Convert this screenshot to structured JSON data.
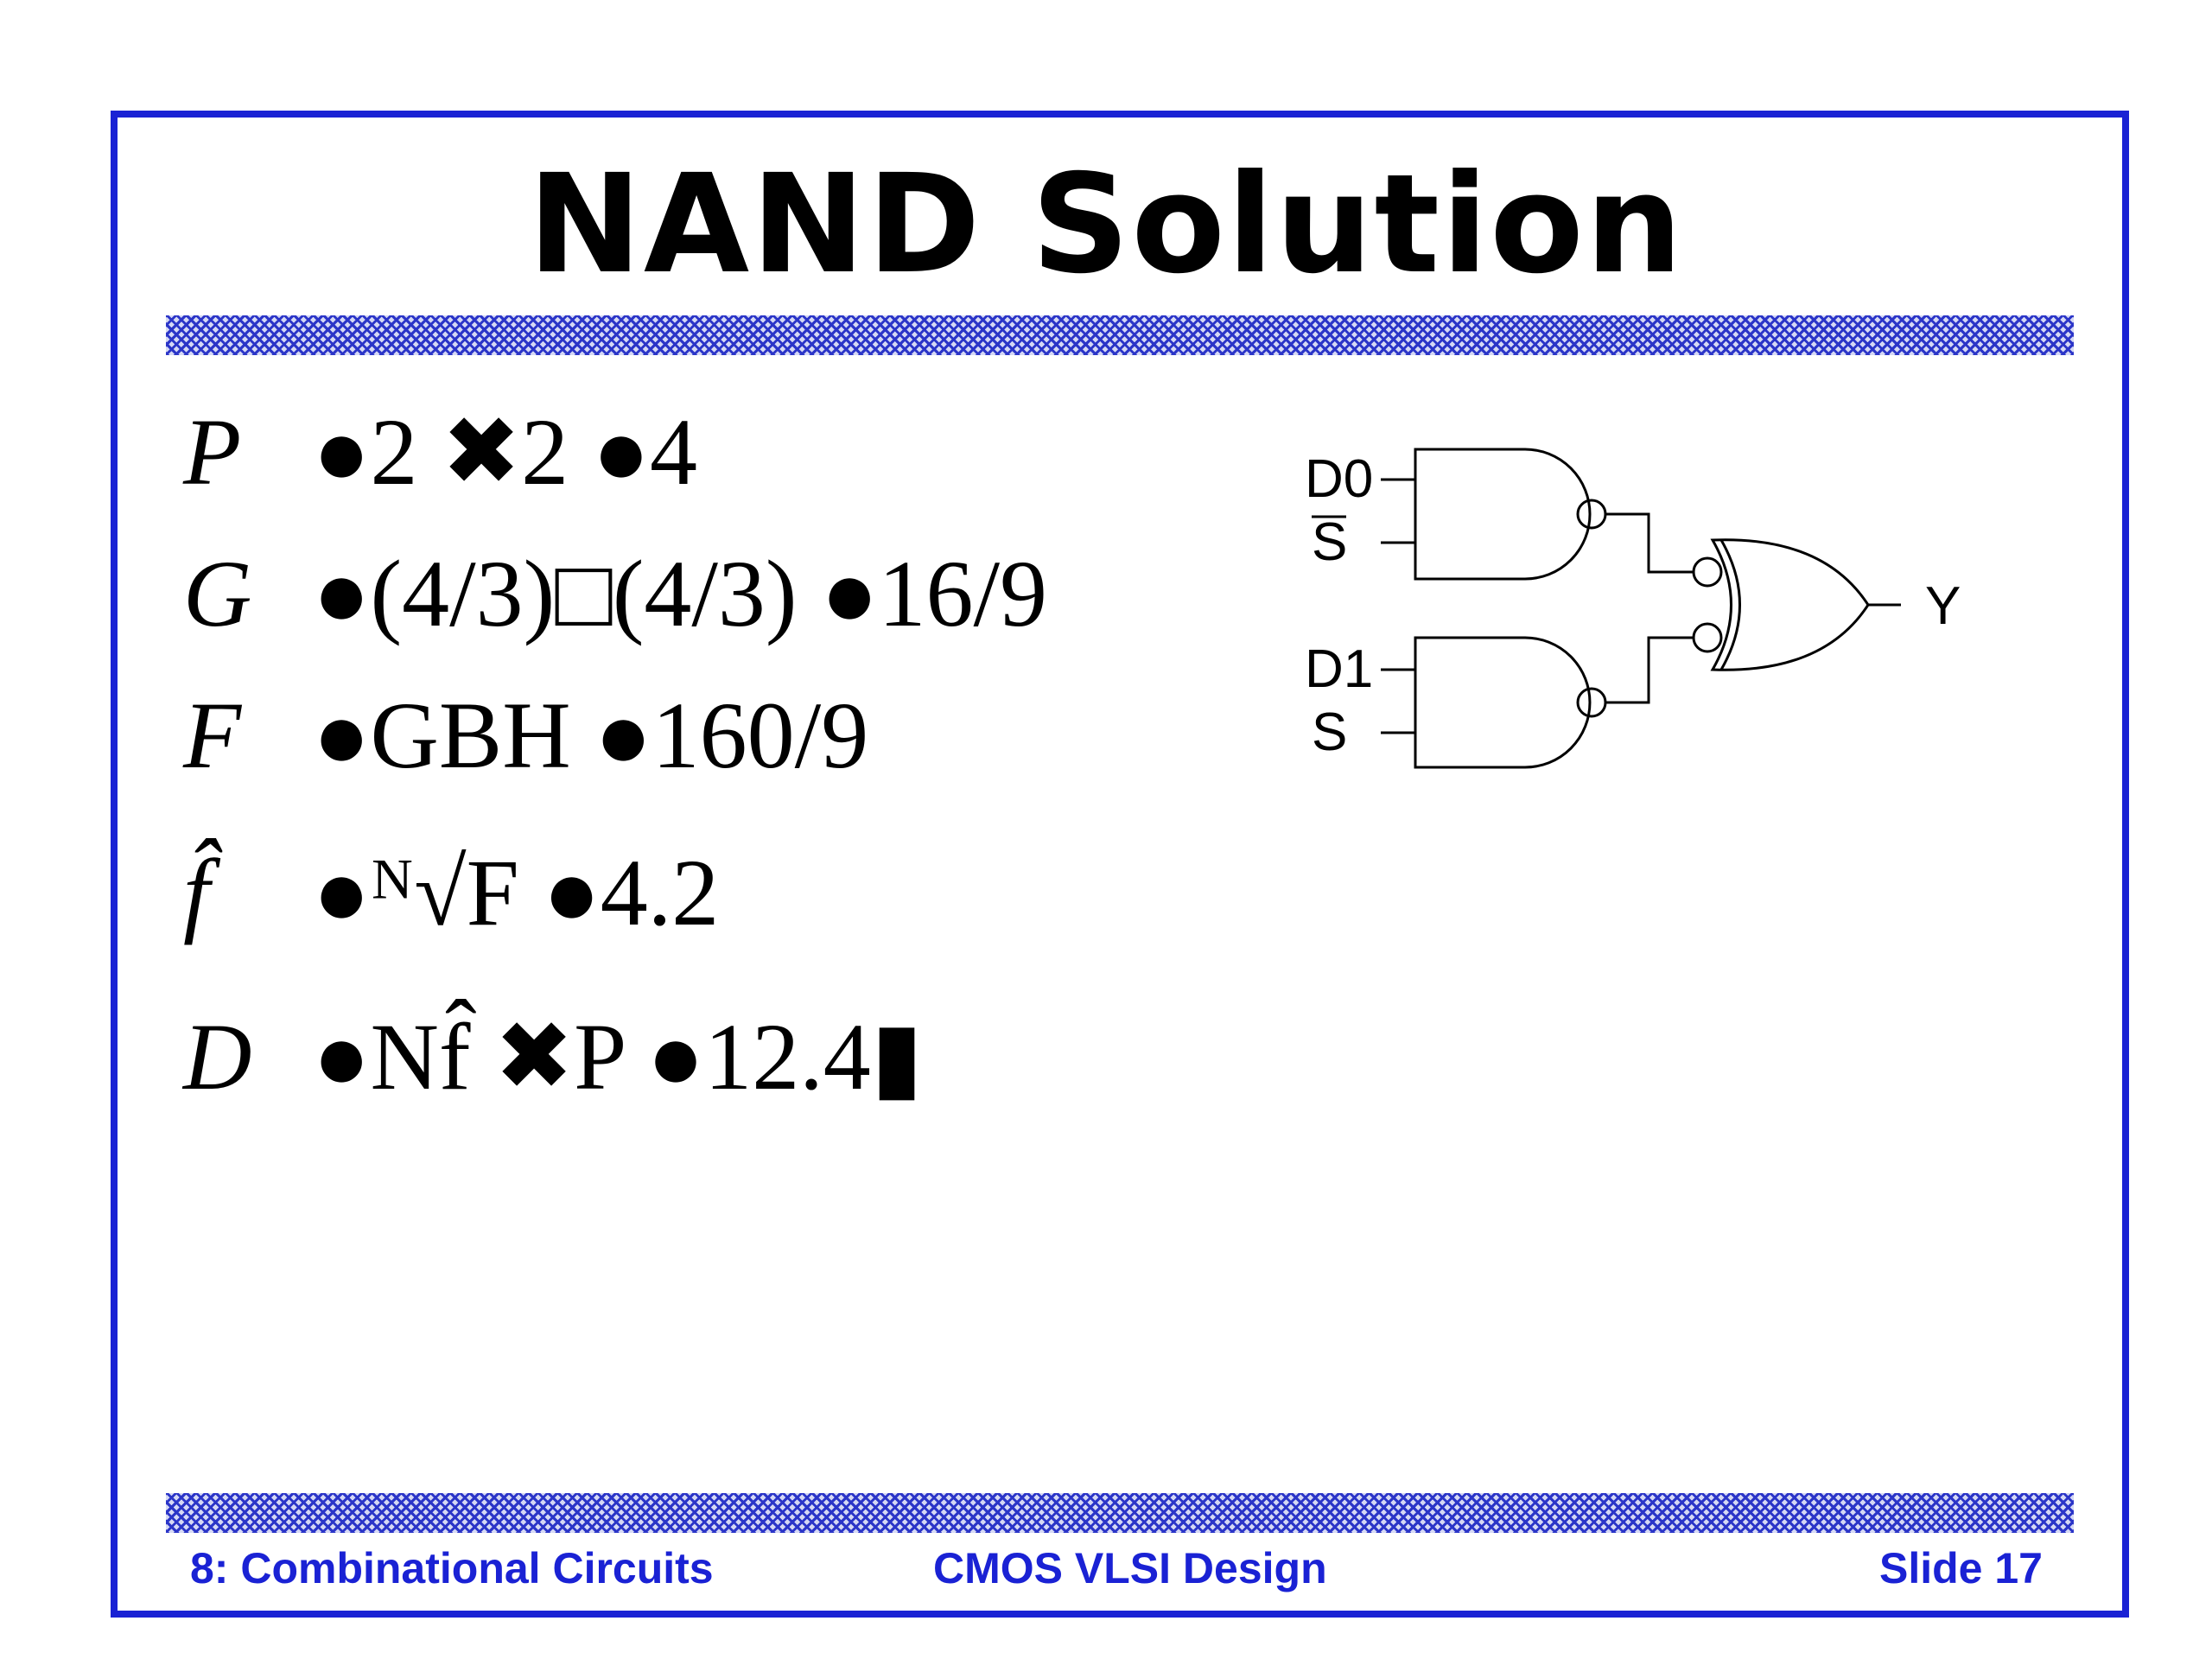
{
  "slide": {
    "title": "NAND Solution",
    "equations": [
      {
        "lhs": "P",
        "rhs": "●2 ✖2 ●4"
      },
      {
        "lhs": "G",
        "rhs": "●(4/3)□(4/3) ●16/9"
      },
      {
        "lhs": "F",
        "rhs": "●GBH ●160/9"
      },
      {
        "lhs": "f̂",
        "rhs": "●ᴺ√F ●4.2"
      },
      {
        "lhs": "D",
        "rhs": "●Nf̂ ✖P ●12.4▮"
      }
    ],
    "circuit": {
      "inputs": [
        "D0",
        "S",
        "D1",
        "S"
      ],
      "output": "Y"
    },
    "footer": {
      "left": "8: Combinational Circuits",
      "center": "CMOS VLSI Design",
      "right": "Slide 17"
    },
    "colors": {
      "frame": "#1a22d4",
      "footer_text": "#1a22d4",
      "hatch": "#2b35c8"
    }
  }
}
